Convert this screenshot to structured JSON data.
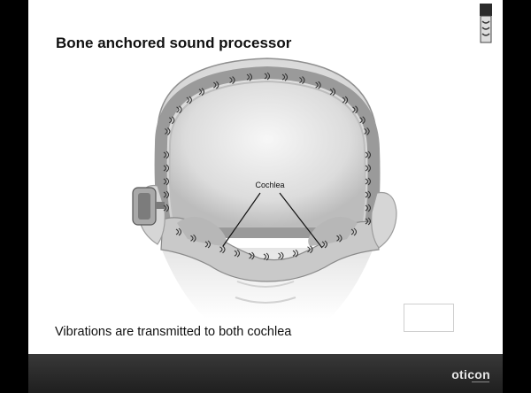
{
  "slide": {
    "title": "Bone anchored sound processor",
    "caption": "Vibrations are transmitted to both cochlea",
    "illustration": {
      "label": "Cochlea"
    },
    "footer": {
      "brand": "oticon"
    },
    "colors": {
      "background": "#000000",
      "panel": "#ffffff",
      "footer": "#2a2a2a",
      "text": "#111111"
    },
    "icons": {
      "corner_device": "sound-processor-icon"
    }
  }
}
